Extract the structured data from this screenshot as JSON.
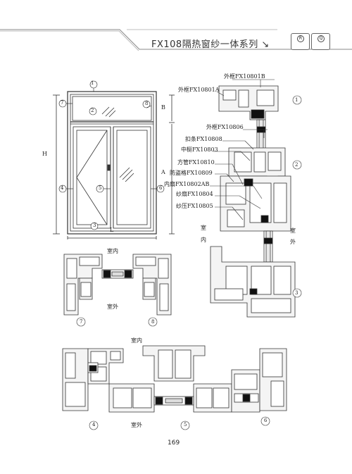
{
  "header": {
    "title": "FX108隔热窗纱一体系列",
    "arrow_glyph": "↘",
    "badge1_letter": "R",
    "badge2_letter": "Q"
  },
  "elevation": {
    "dim_h": "H",
    "dim_b": "B",
    "dim_a": "A",
    "dim_l": "L",
    "section_marks": [
      "①",
      "②",
      "③",
      "④",
      "⑤",
      "⑥",
      "⑦",
      "⑧"
    ]
  },
  "parts": [
    {
      "code": "外框FX10801B"
    },
    {
      "code": "外框FX10801A"
    },
    {
      "code": "外框FX10806"
    },
    {
      "code": "扣条FX10808"
    },
    {
      "code": "中梃FX10803"
    },
    {
      "code": "方管FX10810"
    },
    {
      "code": "防盗格FX10809"
    },
    {
      "code": "内扇FX10802AB"
    },
    {
      "code": "纱扇FX10804"
    },
    {
      "code": "纱压FX10805"
    }
  ],
  "side_labels": {
    "indoor_char1": "室",
    "indoor_char2": "内",
    "outdoor_char1": "室",
    "outdoor_char2": "外"
  },
  "section_labels": {
    "indoor": "室内",
    "outdoor": "室外"
  },
  "page_number": "169",
  "colors": {
    "line": "#333333",
    "fill": "#f4f4f4",
    "rubber": "#111111"
  }
}
